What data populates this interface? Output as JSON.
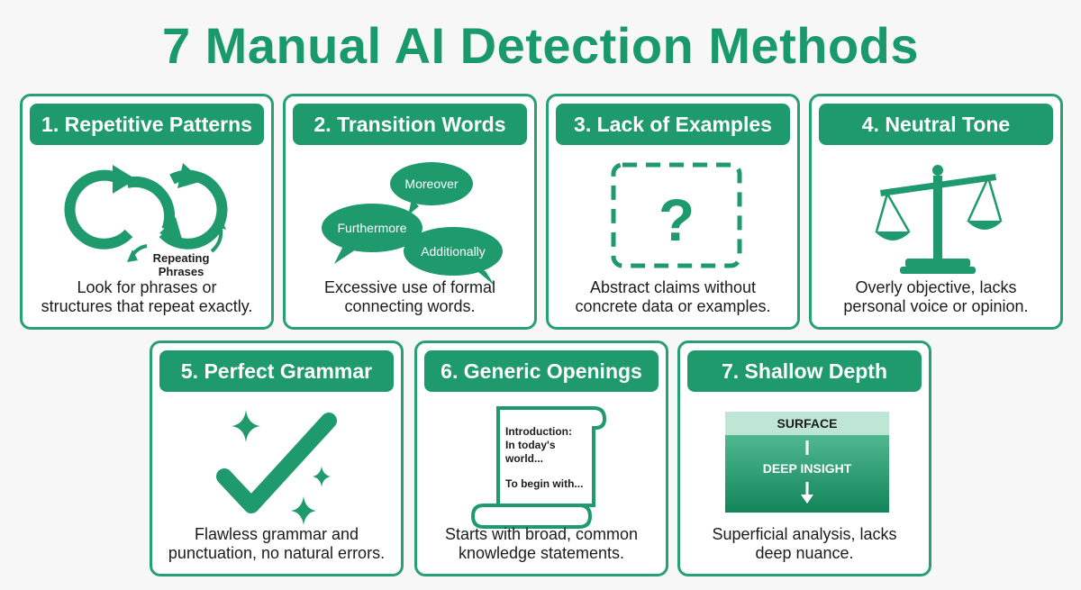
{
  "title": "7 Manual AI Detection Methods",
  "colors": {
    "accent": "#1f9a6d",
    "light_accent": "#bfe6d4",
    "background": "#f6f7f6"
  },
  "methods": [
    {
      "heading": "1. Repetitive Patterns",
      "icon": "repeat-arrows-icon",
      "icon_label": [
        "Repeating",
        "Phrases"
      ],
      "description": [
        "Look for phrases or",
        "structures that repeat exactly."
      ]
    },
    {
      "heading": "2. Transition Words",
      "icon": "speech-bubbles-icon",
      "bubbles": [
        "Moreover",
        "Furthermore",
        "Additionally"
      ],
      "description": [
        "Excessive use of formal",
        "connecting words."
      ]
    },
    {
      "heading": "3. Lack of Examples",
      "icon": "question-box-icon",
      "symbol": "?",
      "description": [
        "Abstract claims without",
        "concrete data or examples."
      ]
    },
    {
      "heading": "4. Neutral Tone",
      "icon": "balance-scale-icon",
      "description": [
        "Overly objective, lacks",
        "personal voice or opinion."
      ]
    },
    {
      "heading": "5. Perfect Grammar",
      "icon": "checkmark-sparkles-icon",
      "description": [
        "Flawless grammar and",
        "punctuation, no natural errors."
      ]
    },
    {
      "heading": "6. Generic Openings",
      "icon": "scroll-icon",
      "scroll_lines": [
        "Introduction:",
        "In today's",
        "world...",
        "To begin with..."
      ],
      "description": [
        "Starts with broad, common",
        "knowledge statements."
      ]
    },
    {
      "heading": "7. Shallow Depth",
      "icon": "depth-gradient-icon",
      "surface_label": "SURFACE",
      "deep_label": "DEEP INSIGHT",
      "description": [
        "Superficial analysis, lacks",
        "deep nuance."
      ]
    }
  ]
}
